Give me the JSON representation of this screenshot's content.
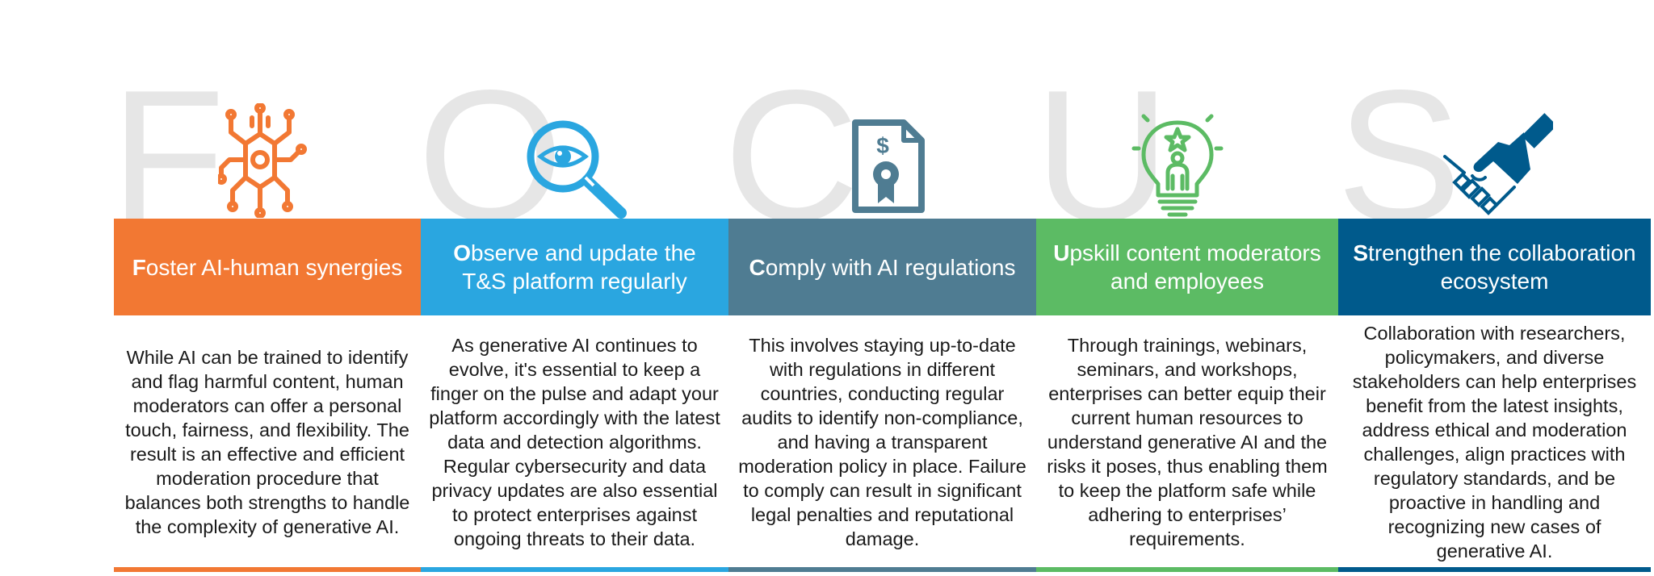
{
  "colors": {
    "orange": "#f27833",
    "sky": "#2aa6e0",
    "slate": "#4f7c92",
    "green": "#5cbb64",
    "navy": "#005a8c",
    "watermark": "#e6e6e6"
  },
  "pillars": [
    {
      "letter": "F",
      "icon": "ai-network-icon",
      "heading_initial": "F",
      "heading_rest": "oster AI-human synergies",
      "body": "While AI can be trained to identify and flag harmful content, human moderators can offer a personal touch, fairness, and flexibility. The result is an effective and efficient moderation procedure that balances both strengths to handle the complexity of generative AI."
    },
    {
      "letter": "O",
      "icon": "magnifier-eye-icon",
      "heading_initial": "O",
      "heading_rest": "bserve and update the T&S platform regularly",
      "body": "As generative AI continues to evolve, it's essential to keep a finger on the pulse and adapt your platform accordingly with the latest data and detection algorithms. Regular cybersecurity and data privacy updates are also essential to protect enterprises against ongoing threats to their data."
    },
    {
      "letter": "C",
      "icon": "certificate-document-icon",
      "heading_initial": "C",
      "heading_rest": "omply with AI regulations",
      "body": "This involves staying up-to-date with regulations in different countries, conducting regular audits to identify non-compliance, and having a transparent moderation policy in place. Failure to comply can result in significant legal penalties and reputational damage."
    },
    {
      "letter": "U",
      "icon": "lightbulb-person-icon",
      "heading_initial": "U",
      "heading_rest": "pskill content moderators and employees",
      "body": "Through trainings, webinars, seminars, and workshops, enterprises can better equip their current human resources to understand generative AI and the risks it poses, thus enabling them to keep the platform safe while adhering to enterprises’ requirements."
    },
    {
      "letter": "S",
      "icon": "handshake-icon",
      "heading_initial": "S",
      "heading_rest": "trengthen the collaboration ecosystem",
      "body": "Collaboration with researchers, policymakers, and diverse stakeholders can help enterprises benefit from the latest insights, address ethical and moderation challenges, align practices with regulatory standards, and be proactive in handling and recognizing new cases of generative AI."
    }
  ]
}
